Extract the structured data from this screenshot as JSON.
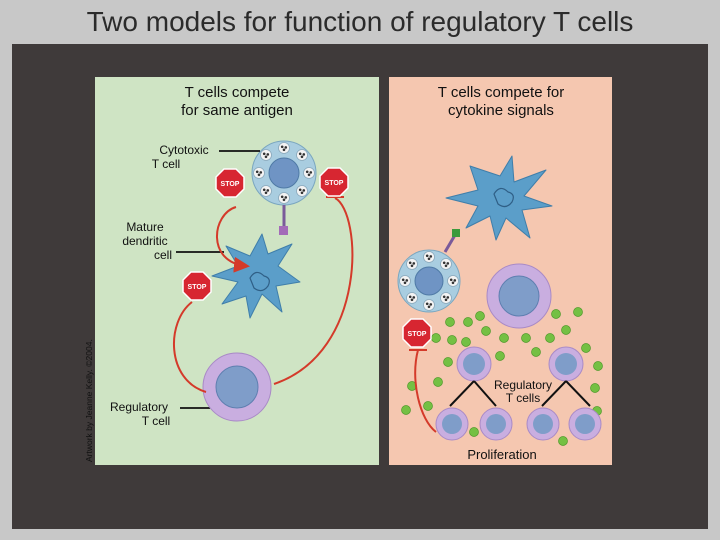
{
  "slide": {
    "title": "Two models for function of regulatory T cells"
  },
  "left_panel": {
    "heading_line1": "T cells compete",
    "heading_line2": "for same antigen",
    "credit": "Artwork by Jeanne Kelly. ©2004."
  },
  "right_panel": {
    "heading_line1": "T cells compete for",
    "heading_line2": "cytokine signals",
    "regulatory_label_line1": "Regulatory",
    "regulatory_label_line2": "T cells",
    "proliferation_label": "Proliferation"
  },
  "labels": {
    "cytotoxic_line1": "Cytotoxic",
    "cytotoxic_line2": "T cell",
    "dendritic_line1": "Mature",
    "dendritic_line2": "dendritic",
    "dendritic_line3": "cell",
    "regulatory_line1": "Regulatory",
    "regulatory_line2": "T cell"
  },
  "stop_sign_text": "STOP",
  "colors": {
    "left_panel_bg": "#cfe4c4",
    "right_panel_bg": "#f5c7b0",
    "stage_bg": "#3f3a3a",
    "dendritic_cell": "#5b9ec9",
    "regulatory_cell_ring": "#c9aee0",
    "regulatory_cell_nucleus": "#7f9dc9",
    "cytotoxic_cell": "#a9cde0",
    "stop_sign": "#d72631",
    "arrow_red": "#d43a2a",
    "cytokine_dots": "#74c043"
  }
}
